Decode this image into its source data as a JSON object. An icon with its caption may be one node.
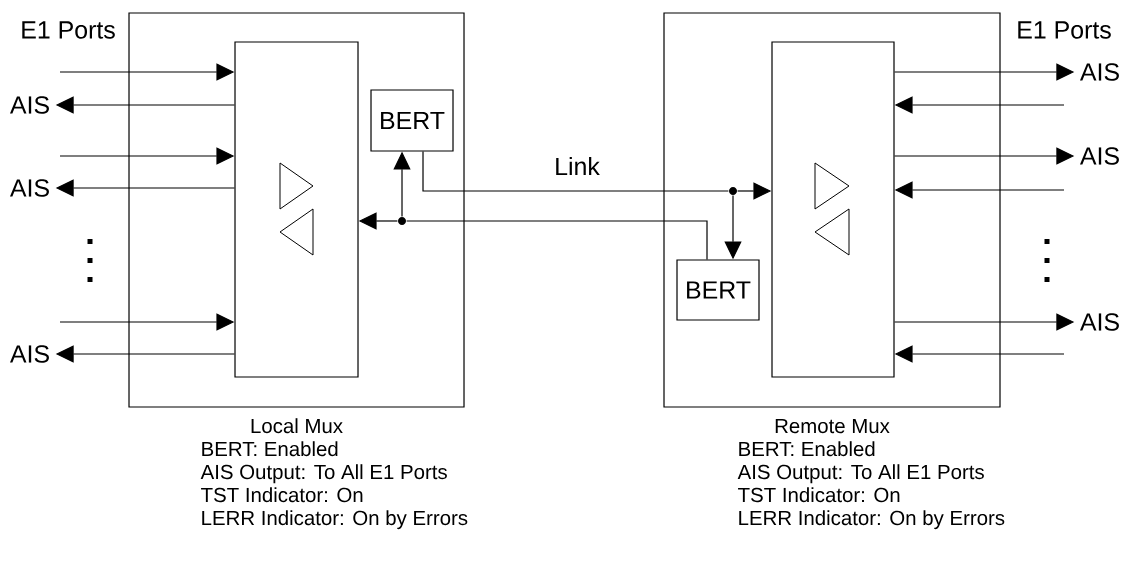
{
  "diagram": {
    "nodes": [
      {
        "text": [
          "Local Mux"
        ],
        "beside": [
          "BERT: Enabled",
          "AIS Output: To All E1 Ports",
          "TST Indicator: On",
          "LERR Indicator: On by Errors"
        ]
      },
      {
        "text": [],
        "shape": "box",
        "in": 0
      },
      {
        "text": [
          "BERT"
        ],
        "in": 0
      },
      {
        "text": [],
        "shape": "circle",
        "in": 0
      },
      {
        "text": [
          "Remote Mux"
        ],
        "beside": [
          "BERT: Enabled",
          "AIS Output: To All E1 Ports",
          "TST Indicator: On",
          "LERR Indicator: On by Errors"
        ]
      },
      {
        "text": [],
        "shape": "box",
        "in": 4
      },
      {
        "text": [
          "BERT"
        ],
        "in": 4
      },
      {
        "text": [],
        "shape": "circle",
        "in": 4
      },
      {
        "text": [
          "AIS"
        ]
      },
      {
        "text": [
          "AIS"
        ]
      },
      {
        "text": [
          "AIS"
        ]
      },
      {
        "text": [
          "AIS"
        ]
      },
      {
        "text": [
          "AIS"
        ]
      },
      {
        "text": [
          "AIS"
        ]
      }
    ],
    "edges": [
      {
        "from": null,
        "to": 1,
        "arrow": "to"
      },
      {
        "from": 1,
        "to": 8,
        "arrow": "to"
      },
      {
        "from": null,
        "to": 1,
        "arrow": "to"
      },
      {
        "from": 1,
        "to": 9,
        "arrow": "to"
      },
      {
        "from": null,
        "to": 1,
        "arrow": "to"
      },
      {
        "from": 1,
        "to": 10,
        "arrow": "to"
      },
      {
        "from": 5,
        "to": 11,
        "arrow": "to"
      },
      {
        "from": null,
        "to": 5,
        "arrow": "to"
      },
      {
        "from": 5,
        "to": 12,
        "arrow": "to"
      },
      {
        "from": null,
        "to": 5,
        "arrow": "to"
      },
      {
        "from": 5,
        "to": 13,
        "arrow": "to"
      },
      {
        "from": null,
        "to": 5,
        "arrow": "to"
      },
      {
        "from": 2,
        "to": 7,
        "arrow": "none",
        "label": "Link"
      },
      {
        "from": 7,
        "to": 5,
        "arrow": "to"
      },
      {
        "from": 7,
        "to": 6,
        "arrow": "to"
      },
      {
        "from": 6,
        "to": 3,
        "arrow": "none"
      },
      {
        "from": 3,
        "to": 1,
        "arrow": "to"
      },
      {
        "from": 3,
        "to": 2,
        "arrow": "to"
      }
    ],
    "labels": [
      "E1 Ports",
      "E1 Ports"
    ]
  }
}
